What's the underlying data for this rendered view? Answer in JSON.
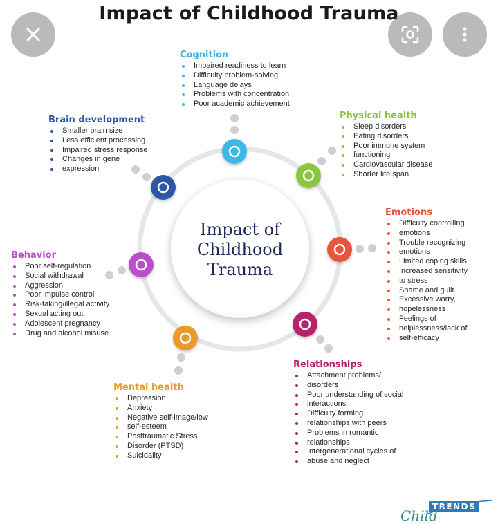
{
  "title": "Impact of Childhood Trauma",
  "center_label": [
    "Impact of",
    "Childhood",
    "Trauma"
  ],
  "logo": {
    "child": "Child",
    "trends": "TRENDS"
  },
  "controls": {
    "close_icon": "close-icon",
    "lens_icon": "lens-icon",
    "more_icon": "more-vert-icon"
  },
  "colors": {
    "center_text": "#1f2a5c",
    "ring": "#e6e6e6",
    "dots": "#cfcfcf"
  },
  "sections": [
    {
      "id": "cognition",
      "title": "Cognition",
      "color": "#3bb7e8",
      "items": [
        "Impaired readiness to learn",
        "Difficulty problem-solving",
        "Language delays",
        "Problems with concentration",
        "Poor academic achievement"
      ]
    },
    {
      "id": "brain",
      "title": "Brain development",
      "color": "#2d54a8",
      "items": [
        "Smaller brain size",
        "Less efficient processing",
        "Impaired stress response",
        "Changes in gene",
        "expression"
      ]
    },
    {
      "id": "physical",
      "title": "Physical health",
      "color": "#8cc63f",
      "items": [
        "Sleep disorders",
        "Eating disorders",
        "Poor immune system",
        "functioning",
        "Cardiovascular disease",
        "Shorter life span"
      ]
    },
    {
      "id": "emotions",
      "title": "Emotions",
      "color": "#e8553a",
      "items": [
        "Difficulty controlling",
        "emotions",
        "Trouble recognizing",
        "emotions",
        "Limited coping skills",
        "Increased sensitivity",
        "to stress",
        "Shame and guilt",
        "Excessive worry,",
        "hopelessness",
        "Feelings of",
        "helplessness/lack of",
        "self-efficacy"
      ]
    },
    {
      "id": "behavior",
      "title": "Behavior",
      "color": "#b94fc9",
      "items": [
        "Poor self-regulation",
        "Social withdrawal",
        "Aggression",
        "Poor impulse control",
        "Risk-taking/illegal activity",
        "Sexual acting out",
        "Adolescent pregnancy",
        "Drug and alcohol misuse"
      ]
    },
    {
      "id": "relationships",
      "title": "Relationships",
      "color": "#b8246a",
      "items": [
        "Attachment problems/",
        "disorders",
        "Poor understanding of social",
        "interactions",
        "Difficulty forming",
        "relationships with peers",
        "Problems in romantic",
        "relationships",
        "Intergenerational cycles of",
        "abuse and neglect"
      ]
    },
    {
      "id": "mental",
      "title": "Mental health",
      "color": "#e89a2c",
      "items": [
        "Depression",
        "Anxiety",
        "Negative self-image/low",
        "self-esteem",
        "Posttraumatic Stress",
        "Disorder (PTSD)",
        "Suicidality"
      ]
    }
  ]
}
